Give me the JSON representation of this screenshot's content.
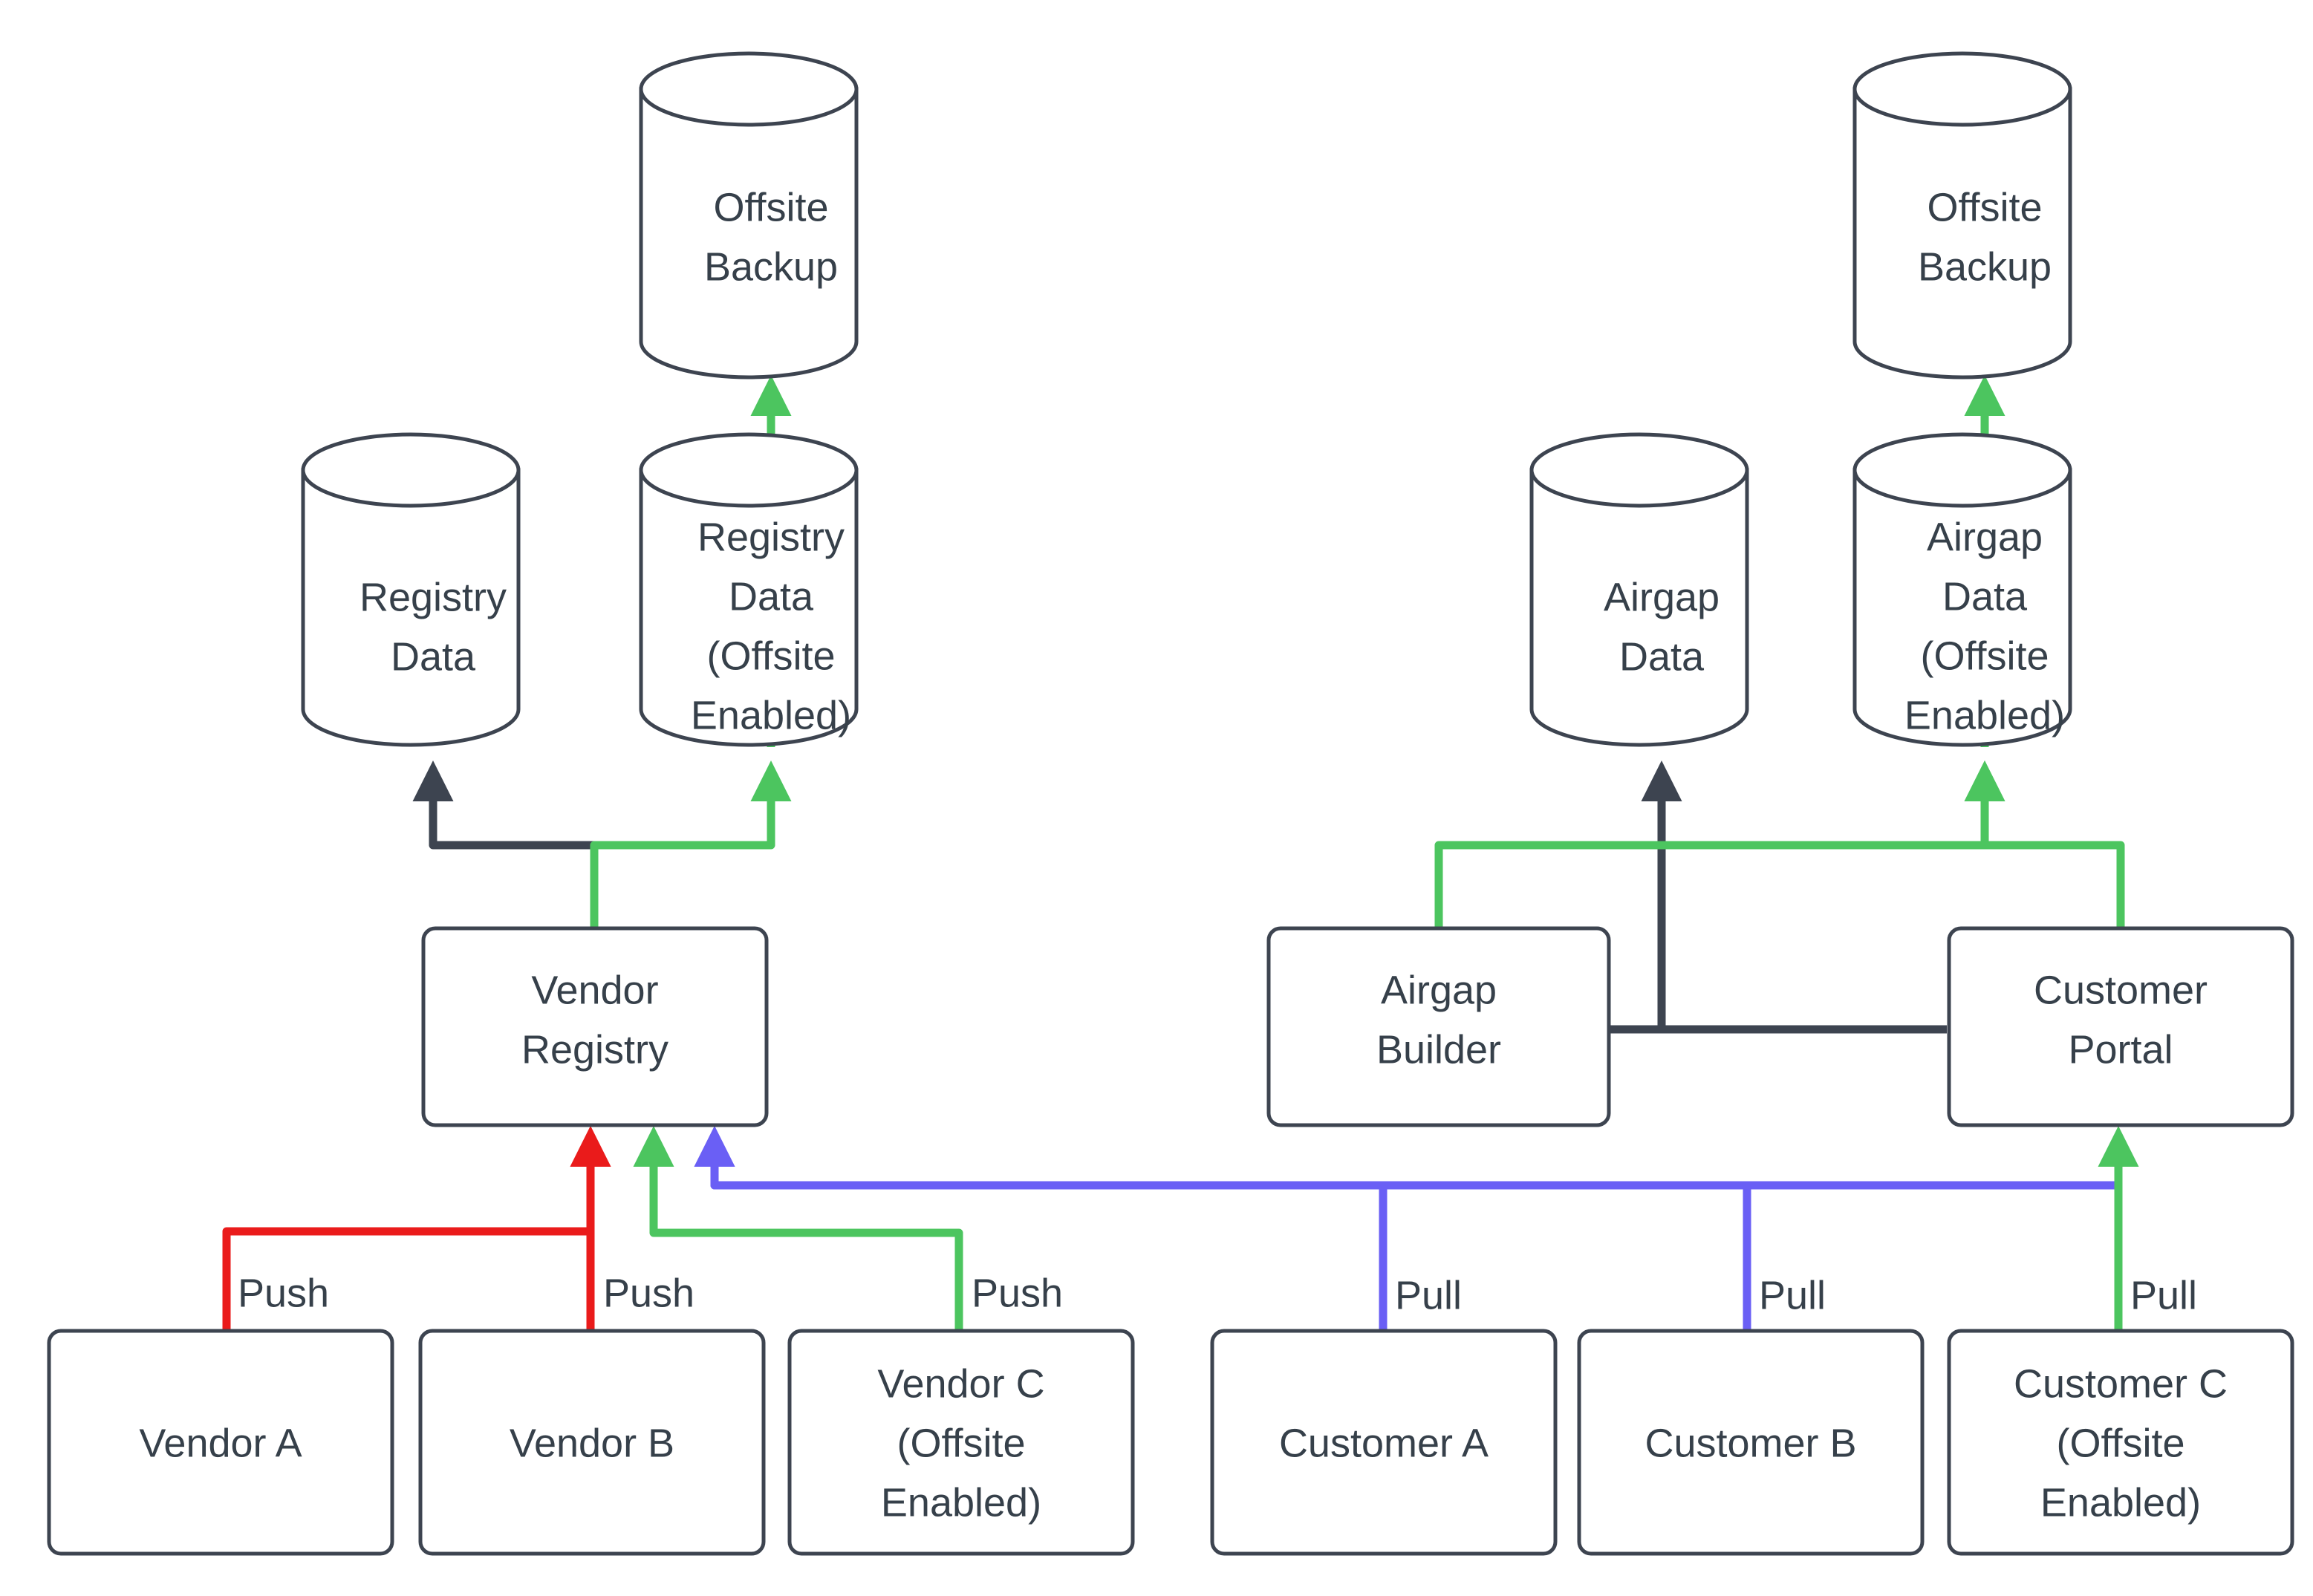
{
  "colors": {
    "stroke_dark": "#3D4450",
    "text": "#36404A",
    "background": "#FFFFFF",
    "edge_push_red": "#EA1B1B",
    "edge_green": "#4CC55F",
    "edge_pull_blue": "#6A5FF5",
    "edge_dark": "#3D4450"
  },
  "nodes": {
    "offsite_backup_left": {
      "label_lines": [
        "Offsite",
        "Backup"
      ],
      "shape": "cylinder"
    },
    "offsite_backup_right": {
      "label_lines": [
        "Offsite",
        "Backup"
      ],
      "shape": "cylinder"
    },
    "registry_data": {
      "label_lines": [
        "Registry",
        "Data"
      ],
      "shape": "cylinder"
    },
    "registry_data_offsite": {
      "label_lines": [
        "Registry",
        "Data",
        "(Offsite",
        "Enabled)"
      ],
      "shape": "cylinder"
    },
    "airgap_data": {
      "label_lines": [
        "Airgap",
        "Data"
      ],
      "shape": "cylinder"
    },
    "airgap_data_offsite": {
      "label_lines": [
        "Airgap",
        "Data",
        "(Offsite",
        "Enabled)"
      ],
      "shape": "cylinder"
    },
    "vendor_registry": {
      "label_lines": [
        "Vendor",
        "Registry"
      ],
      "shape": "box"
    },
    "airgap_builder": {
      "label_lines": [
        "Airgap",
        "Builder"
      ],
      "shape": "box"
    },
    "customer_portal": {
      "label_lines": [
        "Customer",
        "Portal"
      ],
      "shape": "box"
    },
    "vendor_a": {
      "label_lines": [
        "Vendor A"
      ],
      "shape": "box"
    },
    "vendor_b": {
      "label_lines": [
        "Vendor B"
      ],
      "shape": "box"
    },
    "vendor_c": {
      "label_lines": [
        "Vendor C",
        "(Offsite",
        "Enabled)"
      ],
      "shape": "box"
    },
    "customer_a": {
      "label_lines": [
        "Customer A"
      ],
      "shape": "box"
    },
    "customer_b": {
      "label_lines": [
        "Customer B"
      ],
      "shape": "box"
    },
    "customer_c": {
      "label_lines": [
        "Customer C",
        "(Offsite",
        "Enabled)"
      ],
      "shape": "box"
    }
  },
  "edge_labels": {
    "vendor_a_push": "Push",
    "vendor_b_push": "Push",
    "vendor_c_push": "Push",
    "customer_a_pull": "Pull",
    "customer_b_pull": "Pull",
    "customer_c_pull": "Pull"
  },
  "edges": [
    {
      "from": "registry_data_offsite",
      "to": "offsite_backup_left",
      "color": "edge_green",
      "label": ""
    },
    {
      "from": "airgap_data_offsite",
      "to": "offsite_backup_right",
      "color": "edge_green",
      "label": ""
    },
    {
      "from": "vendor_registry",
      "to": "registry_data",
      "color": "edge_dark",
      "label": ""
    },
    {
      "from": "vendor_registry",
      "to": "registry_data_offsite",
      "color": "edge_green",
      "label": ""
    },
    {
      "from": "customer_portal",
      "to": "airgap_data",
      "color": "edge_dark",
      "label": ""
    },
    {
      "from": "airgap_builder",
      "to": "airgap_data_offsite",
      "color": "edge_green",
      "label": ""
    },
    {
      "from": "customer_portal",
      "to": "airgap_data_offsite",
      "color": "edge_green",
      "label": ""
    },
    {
      "from": "vendor_a",
      "to": "vendor_registry",
      "color": "edge_push_red",
      "label": "Push"
    },
    {
      "from": "vendor_b",
      "to": "vendor_registry",
      "color": "edge_push_red",
      "label": "Push"
    },
    {
      "from": "vendor_c",
      "to": "vendor_registry",
      "color": "edge_green",
      "label": "Push"
    },
    {
      "from": "customer_a",
      "to": "vendor_registry",
      "color": "edge_pull_blue",
      "label": "Pull"
    },
    {
      "from": "customer_b",
      "to": "vendor_registry",
      "color": "edge_pull_blue",
      "label": "Pull"
    },
    {
      "from": "customer_c",
      "to": "customer_portal",
      "color": "edge_green",
      "label": "Pull"
    }
  ]
}
